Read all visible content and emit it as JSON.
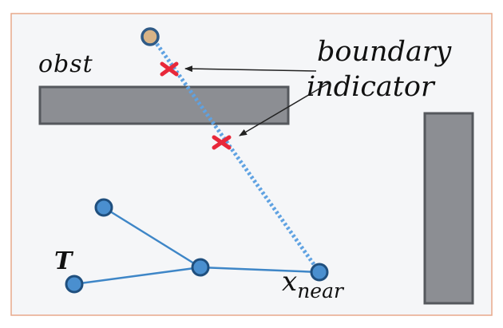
{
  "labels": {
    "obstacle": "obst",
    "boundary_line1": "boundary",
    "boundary_line2": "indicator",
    "tree": "T",
    "x_near_base": "x",
    "x_near_sub": "near"
  },
  "colors": {
    "background": "#f5f6f8",
    "border": "#e8a88a",
    "obstacle_fill": "#8c8e93",
    "obstacle_stroke": "#55585d",
    "tree_edge": "#3e86c7",
    "node_fill": "#4a8fcf",
    "node_stroke": "#1f4f7e",
    "sample_fill": "#d8b386",
    "sample_stroke": "#2f5a86",
    "dotted_path": "#5fa2e2",
    "cross_marker": "#e8283a",
    "arrow": "#222222"
  },
  "icons": {
    "cross_marker": "x-mark-icon",
    "arrow": "arrow-icon"
  }
}
